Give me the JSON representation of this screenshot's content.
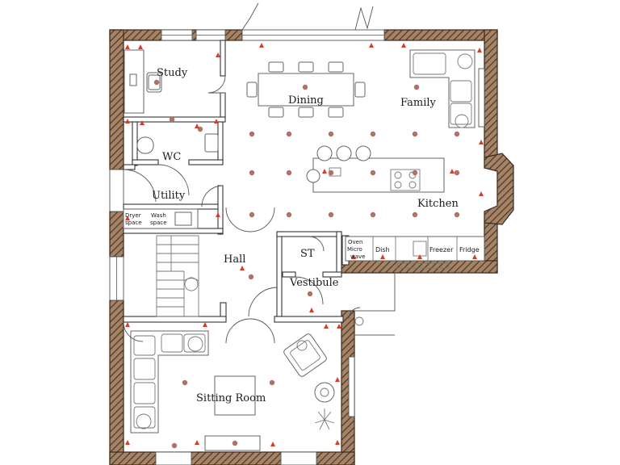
{
  "rooms": {
    "study": "Study",
    "dining": "Dining",
    "family": "Family",
    "wc": "WC",
    "utility": "Utility",
    "kitchen": "Kitchen",
    "hall": "Hall",
    "st": "ST",
    "vestibule": "Vestibule",
    "sitting_room": "Sitting Room"
  },
  "appliances": {
    "dryer": "Dryer",
    "wash": "Wash",
    "space1": "space",
    "space2": "space",
    "oven": "Oven",
    "micro": "Micro",
    "wave": "wave",
    "dish": "Dish",
    "freezer": "Freezer",
    "fridge": "Fridge"
  },
  "colors": {
    "wall_fill": "#8b6a4f",
    "wall_stroke": "#3a2a1e",
    "light_point": "#b07260",
    "socket": "#d2402a"
  }
}
